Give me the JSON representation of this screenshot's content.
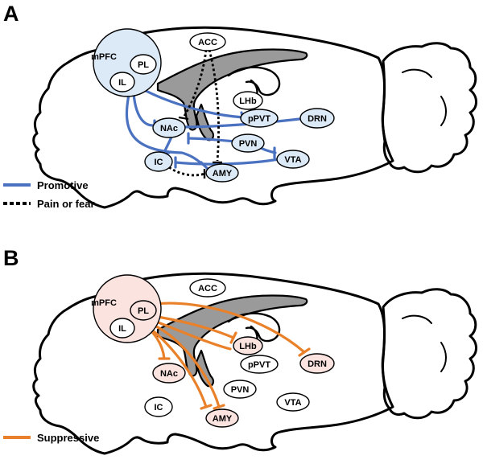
{
  "colors": {
    "promotive": "#4a72c0",
    "suppressive": "#e9812b",
    "pain_or_fear": "#000000",
    "node_blue_fill": "#dce9f6",
    "node_pink_fill": "#fbe3e0",
    "node_plain_fill": "#ffffff"
  },
  "panels": [
    {
      "id": "A",
      "label": "A",
      "legend": [
        {
          "label": "Promotive",
          "style": "promotive"
        },
        {
          "label": "Pain or fear",
          "style": "pain_or_fear"
        }
      ],
      "regions": {
        "mpfc": "mPFC",
        "pl": "PL",
        "il": "IL",
        "acc": "ACC",
        "lhb": "LHb",
        "ppvt": "pPVT",
        "drn": "DRN",
        "nac": "NAc",
        "pvn": "PVN",
        "vta": "VTA",
        "ic": "IC",
        "amy": "AMY"
      },
      "fills": {
        "mpfc": "blue",
        "pl": "plain",
        "il": "plain",
        "acc": "plain",
        "lhb": "plain",
        "ppvt": "blue",
        "drn": "blue",
        "nac": "blue",
        "pvn": "blue",
        "vta": "blue",
        "ic": "blue",
        "amy": "blue"
      }
    },
    {
      "id": "B",
      "label": "B",
      "legend": [
        {
          "label": "Suppressive",
          "style": "suppressive"
        }
      ],
      "regions": {
        "mpfc": "mPFC",
        "pl": "PL",
        "il": "IL",
        "acc": "ACC",
        "lhb": "LHb",
        "ppvt": "pPVT",
        "drn": "DRN",
        "nac": "NAc",
        "pvn": "PVN",
        "vta": "VTA",
        "ic": "IC",
        "amy": "AMY"
      },
      "fills": {
        "mpfc": "pink",
        "pl": "pink",
        "il": "plain",
        "acc": "plain",
        "lhb": "pink",
        "ppvt": "plain",
        "drn": "pink",
        "nac": "pink",
        "pvn": "plain",
        "vta": "plain",
        "ic": "plain",
        "amy": "pink"
      }
    }
  ]
}
